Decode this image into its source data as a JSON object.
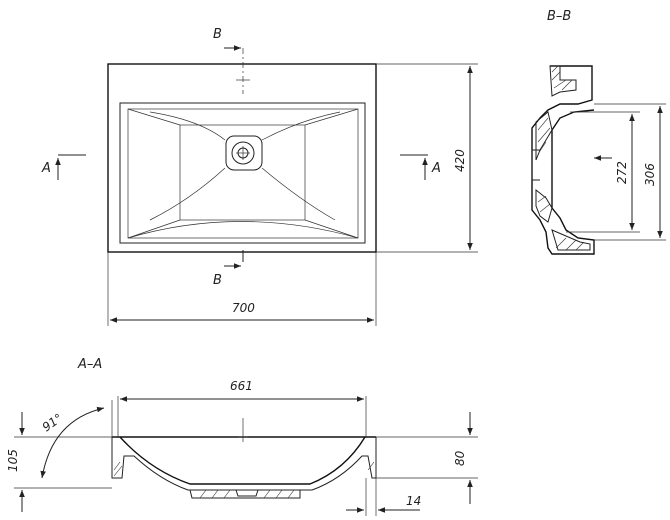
{
  "section_labels": {
    "bb_title": "B–B",
    "aa_title": "A–A"
  },
  "cut_labels": {
    "b_top": "B",
    "b_bottom": "B",
    "a_left": "A",
    "a_right": "A"
  },
  "dimensions": {
    "width_total": "700",
    "height_total": "420",
    "bb_outer": "306",
    "bb_inner": "272",
    "aa_inner_width": "661",
    "aa_height_total": "105",
    "aa_depth": "80",
    "aa_rim": "14",
    "aa_angle": "91°"
  }
}
